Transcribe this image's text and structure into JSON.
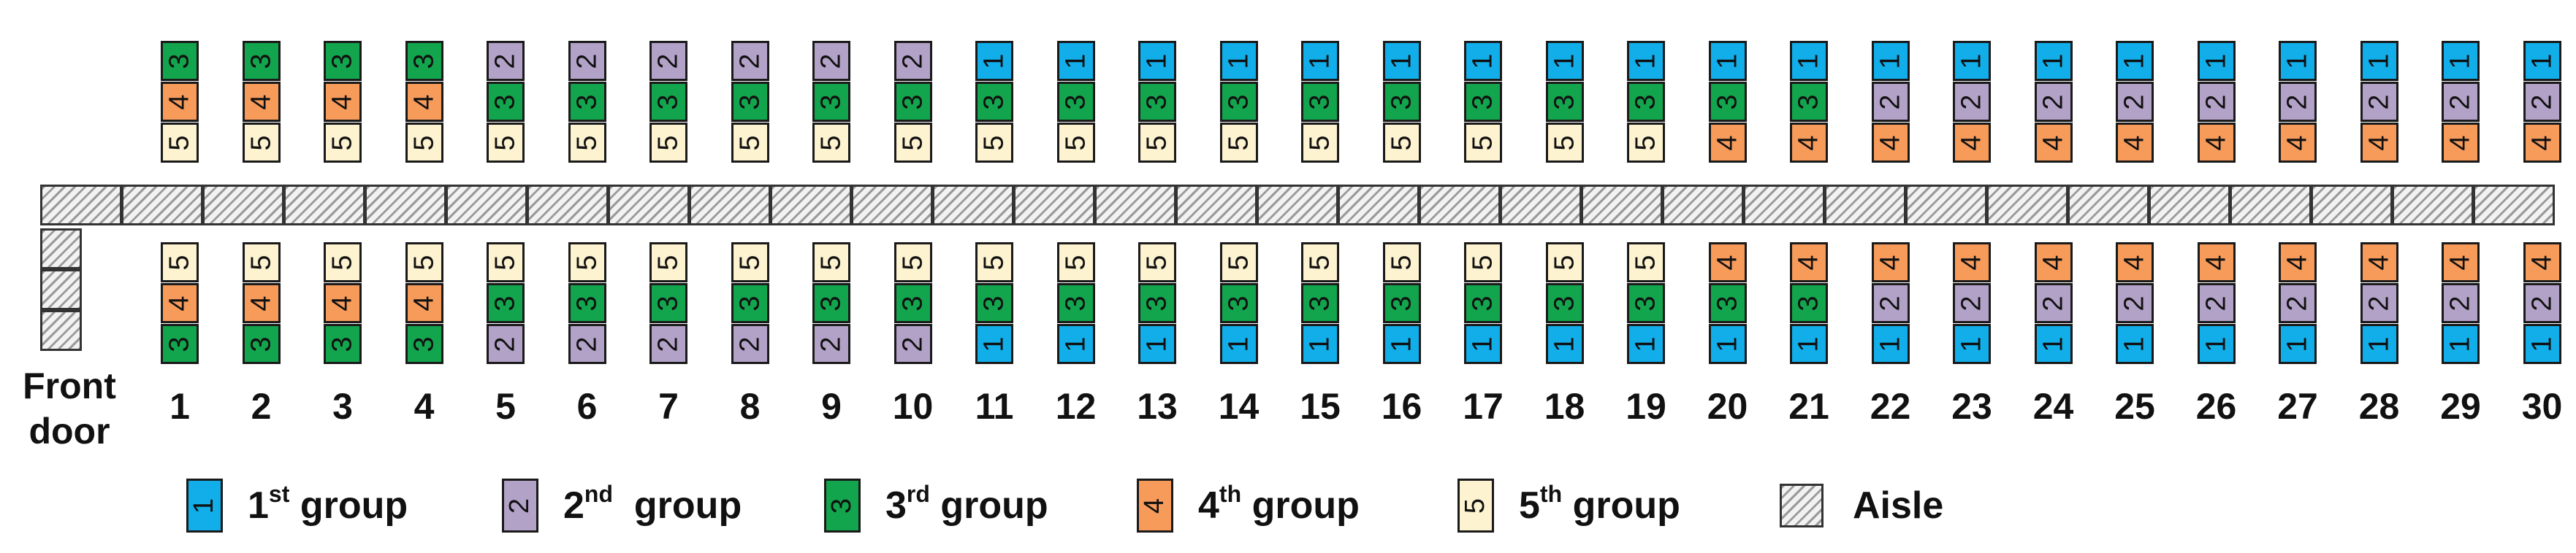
{
  "colors": {
    "1": "#11aeea",
    "2": "#b3a2c8",
    "3": "#13a54d",
    "4": "#f79b5b",
    "5": "#fdf3d0"
  },
  "rows": [
    {
      "number": "1",
      "top": [
        "5",
        "4",
        "3"
      ],
      "bottom": [
        "3",
        "4",
        "5"
      ]
    },
    {
      "number": "2",
      "top": [
        "5",
        "4",
        "3"
      ],
      "bottom": [
        "3",
        "4",
        "5"
      ]
    },
    {
      "number": "3",
      "top": [
        "5",
        "4",
        "3"
      ],
      "bottom": [
        "3",
        "4",
        "5"
      ]
    },
    {
      "number": "4",
      "top": [
        "5",
        "4",
        "3"
      ],
      "bottom": [
        "3",
        "4",
        "5"
      ]
    },
    {
      "number": "5",
      "top": [
        "5",
        "3",
        "2"
      ],
      "bottom": [
        "2",
        "3",
        "5"
      ]
    },
    {
      "number": "6",
      "top": [
        "5",
        "3",
        "2"
      ],
      "bottom": [
        "2",
        "3",
        "5"
      ]
    },
    {
      "number": "7",
      "top": [
        "5",
        "3",
        "2"
      ],
      "bottom": [
        "2",
        "3",
        "5"
      ]
    },
    {
      "number": "8",
      "top": [
        "5",
        "3",
        "2"
      ],
      "bottom": [
        "2",
        "3",
        "5"
      ]
    },
    {
      "number": "9",
      "top": [
        "5",
        "3",
        "2"
      ],
      "bottom": [
        "2",
        "3",
        "5"
      ]
    },
    {
      "number": "10",
      "top": [
        "5",
        "3",
        "2"
      ],
      "bottom": [
        "2",
        "3",
        "5"
      ]
    },
    {
      "number": "11",
      "top": [
        "5",
        "3",
        "1"
      ],
      "bottom": [
        "1",
        "3",
        "5"
      ]
    },
    {
      "number": "12",
      "top": [
        "5",
        "3",
        "1"
      ],
      "bottom": [
        "1",
        "3",
        "5"
      ]
    },
    {
      "number": "13",
      "top": [
        "5",
        "3",
        "1"
      ],
      "bottom": [
        "1",
        "3",
        "5"
      ]
    },
    {
      "number": "14",
      "top": [
        "5",
        "3",
        "1"
      ],
      "bottom": [
        "1",
        "3",
        "5"
      ]
    },
    {
      "number": "15",
      "top": [
        "5",
        "3",
        "1"
      ],
      "bottom": [
        "1",
        "3",
        "5"
      ]
    },
    {
      "number": "16",
      "top": [
        "5",
        "3",
        "1"
      ],
      "bottom": [
        "1",
        "3",
        "5"
      ]
    },
    {
      "number": "17",
      "top": [
        "5",
        "3",
        "1"
      ],
      "bottom": [
        "1",
        "3",
        "5"
      ]
    },
    {
      "number": "18",
      "top": [
        "5",
        "3",
        "1"
      ],
      "bottom": [
        "1",
        "3",
        "5"
      ]
    },
    {
      "number": "19",
      "top": [
        "5",
        "3",
        "1"
      ],
      "bottom": [
        "1",
        "3",
        "5"
      ]
    },
    {
      "number": "20",
      "top": [
        "4",
        "3",
        "1"
      ],
      "bottom": [
        "1",
        "3",
        "4"
      ]
    },
    {
      "number": "21",
      "top": [
        "4",
        "3",
        "1"
      ],
      "bottom": [
        "1",
        "3",
        "4"
      ]
    },
    {
      "number": "22",
      "top": [
        "4",
        "2",
        "1"
      ],
      "bottom": [
        "1",
        "2",
        "4"
      ]
    },
    {
      "number": "23",
      "top": [
        "4",
        "2",
        "1"
      ],
      "bottom": [
        "1",
        "2",
        "4"
      ]
    },
    {
      "number": "24",
      "top": [
        "4",
        "2",
        "1"
      ],
      "bottom": [
        "1",
        "2",
        "4"
      ]
    },
    {
      "number": "25",
      "top": [
        "4",
        "2",
        "1"
      ],
      "bottom": [
        "1",
        "2",
        "4"
      ]
    },
    {
      "number": "26",
      "top": [
        "4",
        "2",
        "1"
      ],
      "bottom": [
        "1",
        "2",
        "4"
      ]
    },
    {
      "number": "27",
      "top": [
        "4",
        "2",
        "1"
      ],
      "bottom": [
        "1",
        "2",
        "4"
      ]
    },
    {
      "number": "28",
      "top": [
        "4",
        "2",
        "1"
      ],
      "bottom": [
        "1",
        "2",
        "4"
      ]
    },
    {
      "number": "29",
      "top": [
        "4",
        "2",
        "1"
      ],
      "bottom": [
        "1",
        "2",
        "4"
      ]
    },
    {
      "number": "30",
      "top": [
        "4",
        "2",
        "1"
      ],
      "bottom": [
        "1",
        "2",
        "4"
      ]
    }
  ],
  "aisle_cell_count": 31,
  "door_cell_count": 3,
  "front_door_label": "Front door",
  "legend": [
    {
      "group": "1",
      "ordinal": "1",
      "suffix": "st",
      "word": " group"
    },
    {
      "group": "2",
      "ordinal": "2",
      "suffix": "nd",
      "word": "  group"
    },
    {
      "group": "3",
      "ordinal": "3",
      "suffix": "rd",
      "word": " group"
    },
    {
      "group": "4",
      "ordinal": "4",
      "suffix": "th",
      "word": " group"
    },
    {
      "group": "5",
      "ordinal": "5",
      "suffix": "th",
      "word": " group"
    }
  ],
  "aisle_label": "Aisle"
}
